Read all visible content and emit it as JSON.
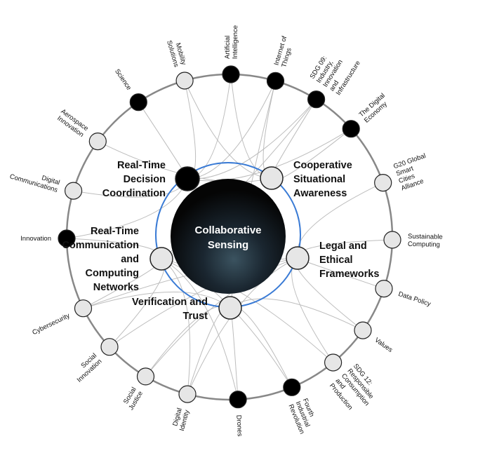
{
  "center": {
    "label_lines": [
      "Collaborative",
      "Sensing"
    ]
  },
  "inner_nodes": [
    {
      "id": "rtdc",
      "label_lines": [
        "Real-Time",
        "Decision",
        "Coordination"
      ],
      "filled": true
    },
    {
      "id": "csa",
      "label_lines": [
        "Cooperative",
        "Situational",
        "Awareness"
      ],
      "filled": false
    },
    {
      "id": "lef",
      "label_lines": [
        "Legal and",
        "Ethical",
        "Frameworks"
      ],
      "filled": false
    },
    {
      "id": "vt",
      "label_lines": [
        "Verification and",
        "Trust"
      ],
      "filled": false
    },
    {
      "id": "rtccn",
      "label_lines": [
        "Real-Time",
        "Communication",
        "and",
        "Computing",
        "Networks"
      ],
      "filled": false
    }
  ],
  "outer_nodes": [
    {
      "id": "ai",
      "label_lines": [
        "Artificial",
        "Intelligence"
      ],
      "filled": true
    },
    {
      "id": "iot",
      "label_lines": [
        "Internet of",
        "Things"
      ],
      "filled": true
    },
    {
      "id": "sdg9",
      "label_lines": [
        "SDG 09:",
        "Industry,",
        "Innovation",
        "and",
        "Infrastructure"
      ],
      "filled": true
    },
    {
      "id": "digeco",
      "label_lines": [
        "The Digital",
        "Economy"
      ],
      "filled": true
    },
    {
      "id": "g20",
      "label_lines": [
        "G20 Global",
        "Smart",
        "Cities",
        "Alliance"
      ],
      "filled": false
    },
    {
      "id": "sustcomp",
      "label_lines": [
        "Sustainable",
        "Computing"
      ],
      "filled": false
    },
    {
      "id": "datapol",
      "label_lines": [
        "Data Policy"
      ],
      "filled": false
    },
    {
      "id": "values",
      "label_lines": [
        "Values"
      ],
      "filled": false
    },
    {
      "id": "sdg12",
      "label_lines": [
        "SDG 12:",
        "Responsible",
        "Consumption",
        "and",
        "Production"
      ],
      "filled": false
    },
    {
      "id": "fourth",
      "label_lines": [
        "Fourth",
        "Industrial",
        "Revolution"
      ],
      "filled": true
    },
    {
      "id": "drones",
      "label_lines": [
        "Drones"
      ],
      "filled": true
    },
    {
      "id": "digid",
      "label_lines": [
        "Digital",
        "Identity"
      ],
      "filled": false
    },
    {
      "id": "socjus",
      "label_lines": [
        "Social",
        "Justice"
      ],
      "filled": false
    },
    {
      "id": "socinn",
      "label_lines": [
        "Social",
        "Innovation"
      ],
      "filled": false
    },
    {
      "id": "cyber",
      "label_lines": [
        "Cybersecurity"
      ],
      "filled": false
    },
    {
      "id": "innov",
      "label_lines": [
        "Innovation"
      ],
      "filled": true
    },
    {
      "id": "digcomm",
      "label_lines": [
        "Digital",
        "Communications"
      ],
      "filled": false
    },
    {
      "id": "aero",
      "label_lines": [
        "Aerospace",
        "Innovation"
      ],
      "filled": false
    },
    {
      "id": "science",
      "label_lines": [
        "Science"
      ],
      "filled": true
    },
    {
      "id": "mobility",
      "label_lines": [
        "Mobility",
        "Solutions"
      ],
      "filled": false
    }
  ],
  "links": [
    [
      "rtdc",
      "science"
    ],
    [
      "rtdc",
      "ai"
    ],
    [
      "rtdc",
      "iot"
    ],
    [
      "rtdc",
      "sdg9"
    ],
    [
      "rtdc",
      "digeco"
    ],
    [
      "rtdc",
      "digcomm"
    ],
    [
      "rtdc",
      "mobility"
    ],
    [
      "rtdc",
      "innov"
    ],
    [
      "csa",
      "ai"
    ],
    [
      "csa",
      "iot"
    ],
    [
      "csa",
      "sdg9"
    ],
    [
      "csa",
      "digeco"
    ],
    [
      "csa",
      "mobility"
    ],
    [
      "csa",
      "aero"
    ],
    [
      "lef",
      "datapol"
    ],
    [
      "lef",
      "values"
    ],
    [
      "lef",
      "sdg12"
    ],
    [
      "lef",
      "socjus"
    ],
    [
      "lef",
      "digid"
    ],
    [
      "lef",
      "cyber"
    ],
    [
      "lef",
      "socinn"
    ],
    [
      "lef",
      "g20"
    ],
    [
      "lef",
      "sustcomp"
    ],
    [
      "vt",
      "drones"
    ],
    [
      "vt",
      "fourth"
    ],
    [
      "vt",
      "digid"
    ],
    [
      "vt",
      "cyber"
    ],
    [
      "vt",
      "iot"
    ],
    [
      "vt",
      "socjus"
    ],
    [
      "vt",
      "values"
    ],
    [
      "rtccn",
      "innov"
    ],
    [
      "rtccn",
      "drones"
    ],
    [
      "rtccn",
      "socinn"
    ],
    [
      "rtccn",
      "fourth"
    ],
    [
      "rtccn",
      "sdg9"
    ],
    [
      "rtccn",
      "digid"
    ],
    [
      "rtccn",
      "cyber"
    ],
    [
      "rtccn",
      "sdg12"
    ]
  ],
  "colors": {
    "ring": "#888888",
    "inner_ring": "#3a7bd5",
    "node_filled": "#000000",
    "node_empty": "#e6e6e6",
    "node_stroke": "#222222",
    "link": "#bdbdbd",
    "center": "#0a0a0a"
  }
}
